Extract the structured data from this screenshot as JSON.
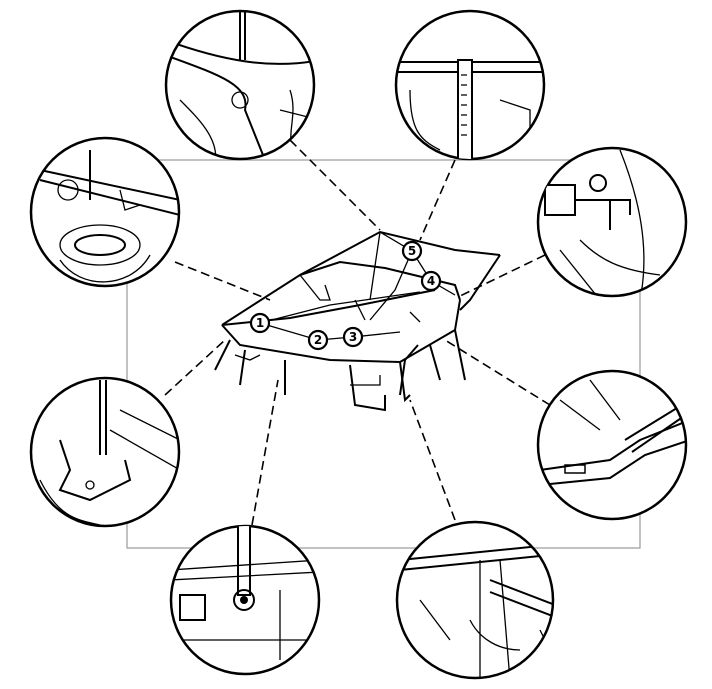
{
  "diagram": {
    "callouts": [
      "1",
      "2",
      "3",
      "4",
      "5"
    ],
    "colors": {
      "line": "#000000",
      "frame": "#999999"
    }
  }
}
